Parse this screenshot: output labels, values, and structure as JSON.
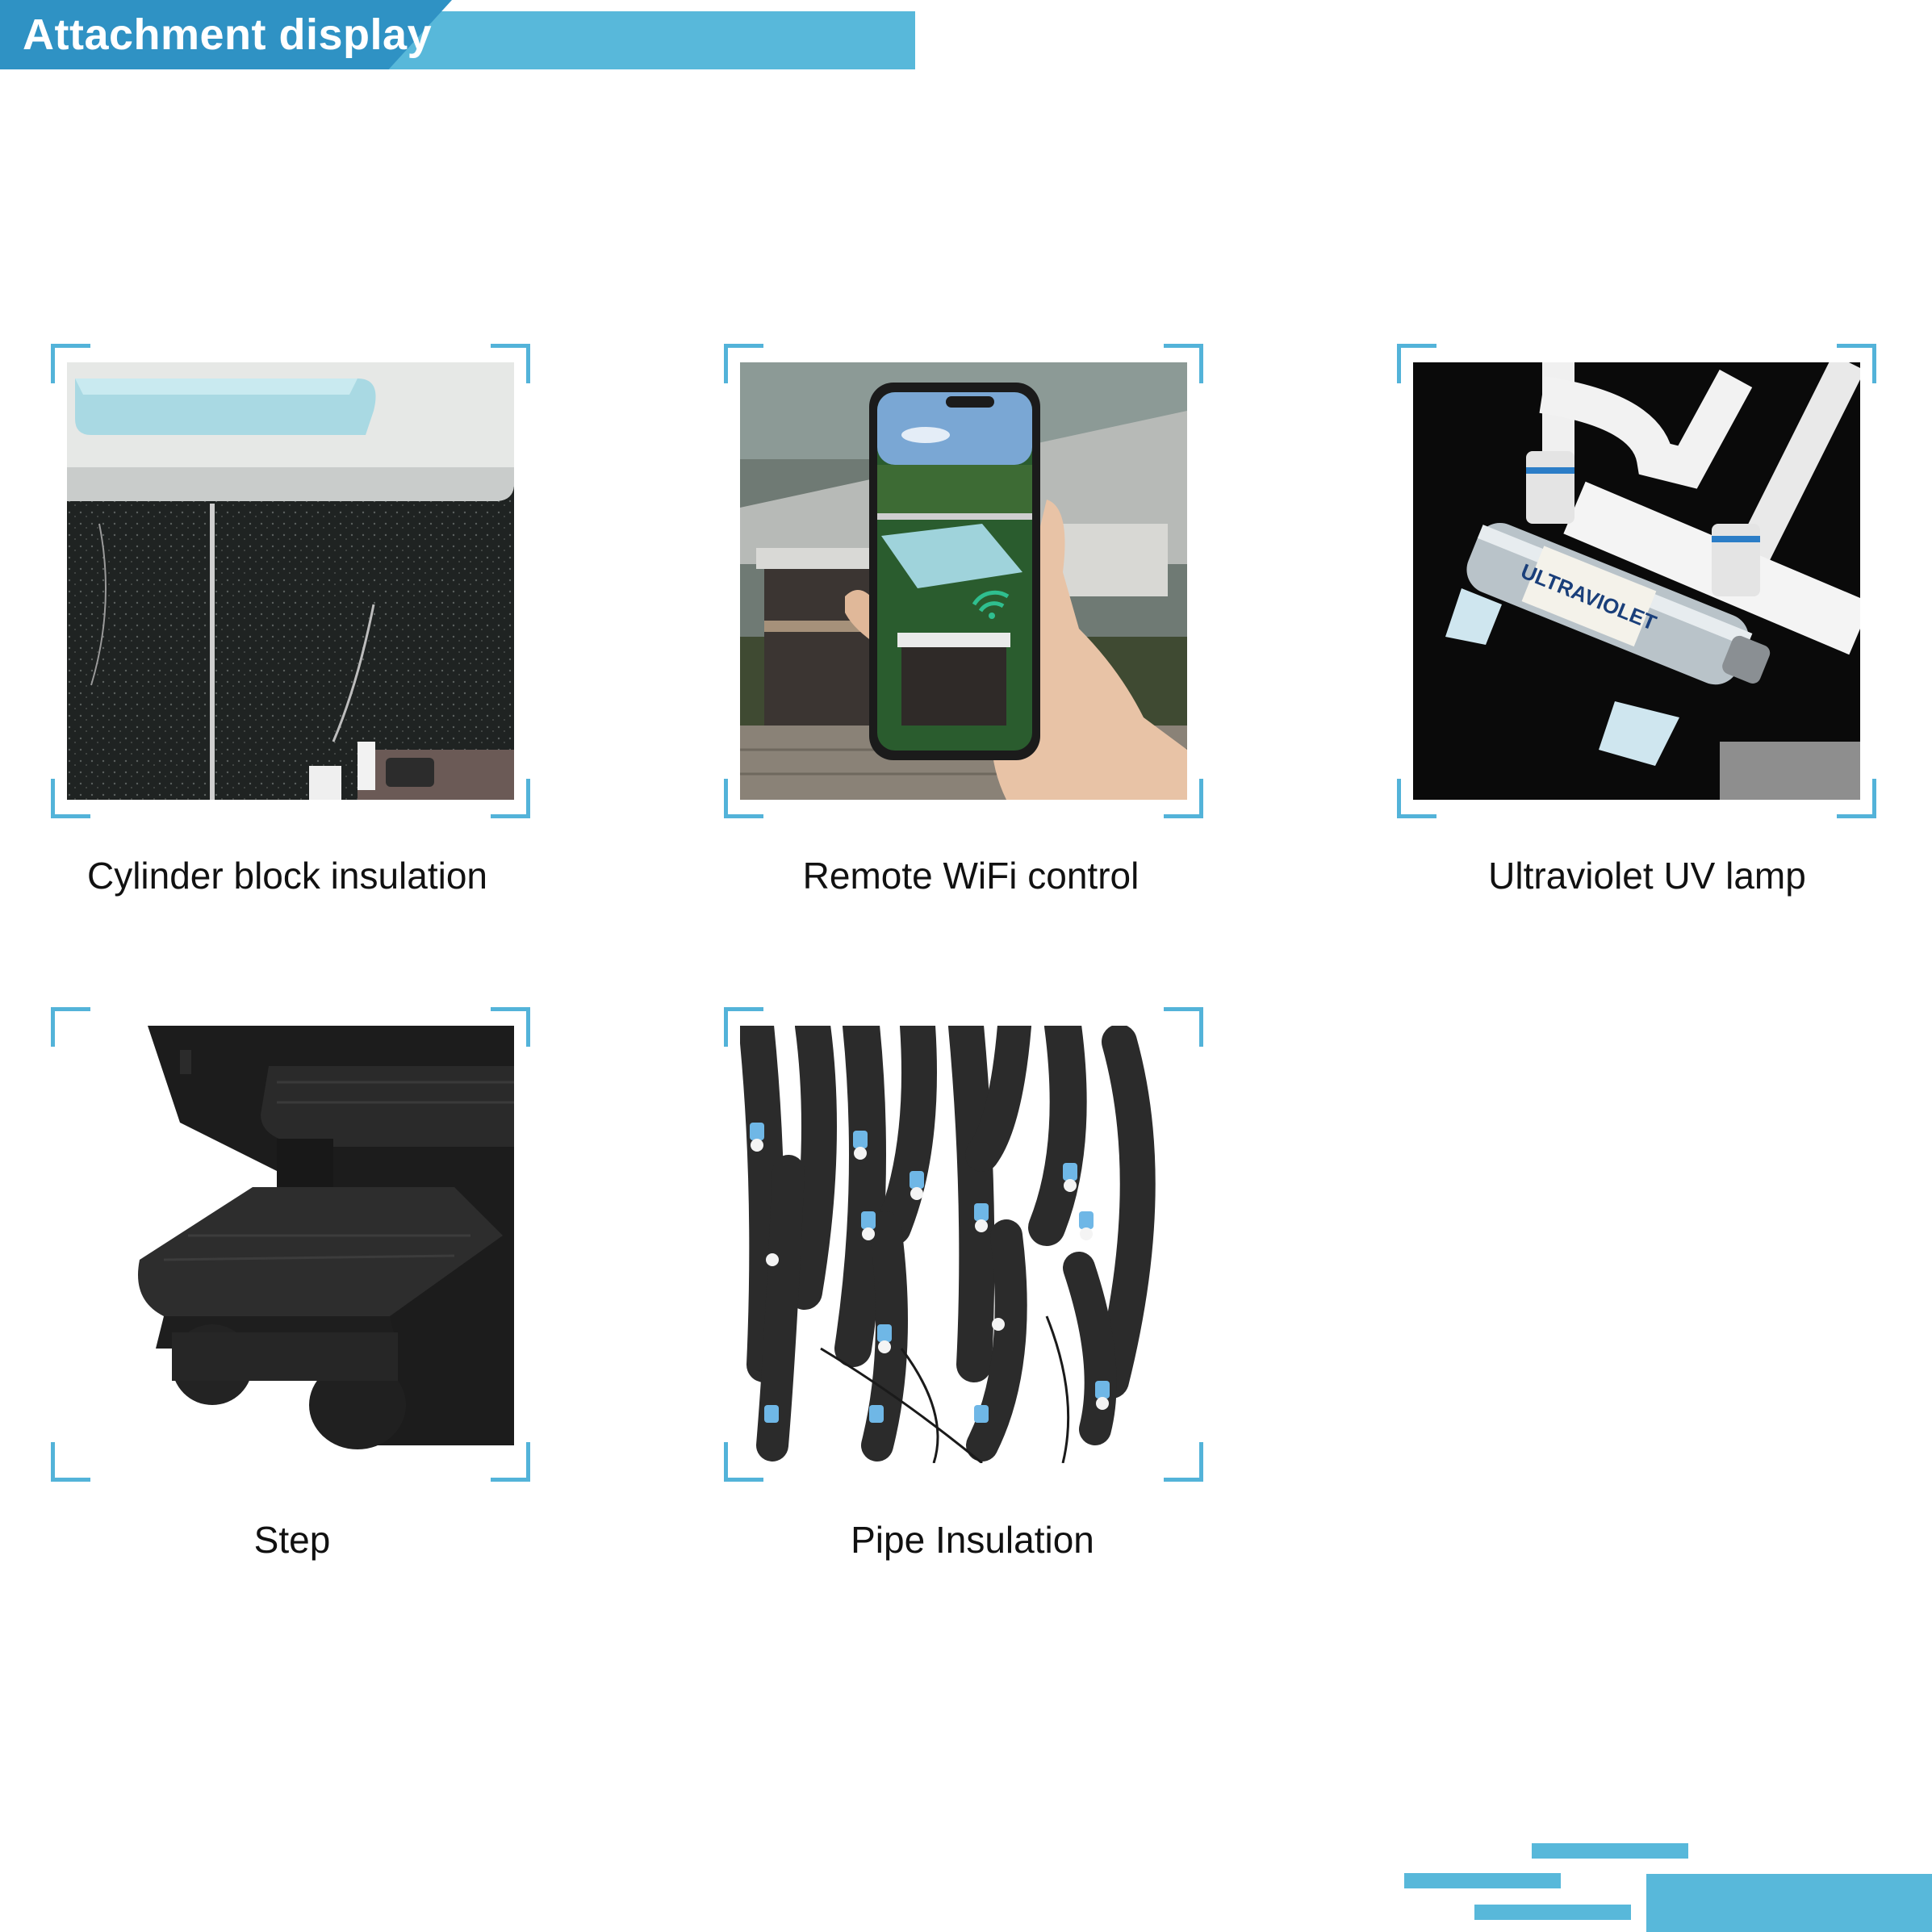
{
  "header": {
    "title": "Attachment display"
  },
  "colors": {
    "banner_dark": "#2f92c4",
    "banner_light": "#58b8da",
    "bracket": "#53b3d9"
  },
  "items": [
    {
      "caption": "Cylinder block insulation",
      "icon": "insulated-tub-photo"
    },
    {
      "caption": "Remote WiFi control",
      "icon": "phone-wifi-photo"
    },
    {
      "caption": "Ultraviolet UV lamp",
      "icon": "uv-lamp-photo",
      "label_on_device": "ULTRAVIOLET"
    },
    {
      "caption": "Step",
      "icon": "spa-step-photo"
    },
    {
      "caption": "Pipe Insulation",
      "icon": "insulated-pipes-photo"
    }
  ]
}
